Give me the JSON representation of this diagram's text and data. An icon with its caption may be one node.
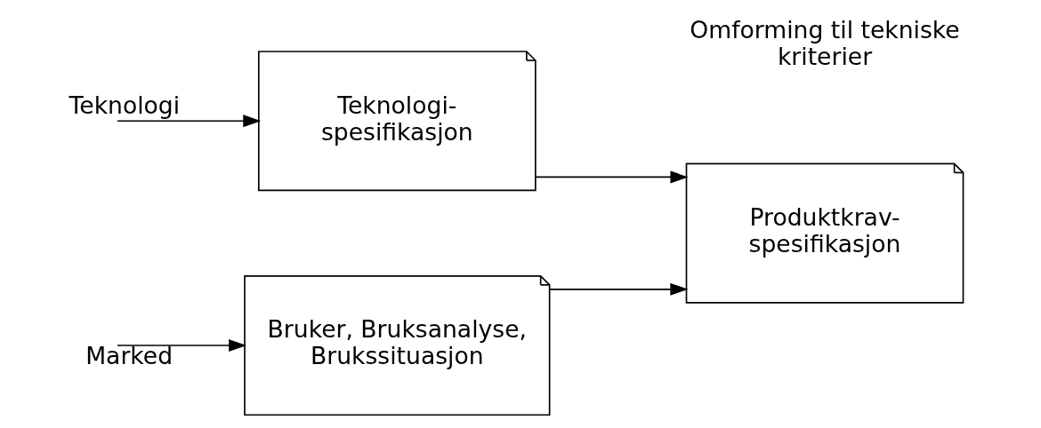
{
  "diagram": {
    "nodes": [
      {
        "text": [
          "Bruker, Bruksanalyse, Brukssituasjon"
        ]
      },
      {
        "text": [
          "Teknologi- spesifikasjon"
        ]
      },
      {
        "text": [
          "Produktkrav- spesifikasjon"
        ]
      }
    ],
    "edges": [
      {
        "from": null,
        "to": 0,
        "arrow": "to",
        "label": "Marked"
      },
      {
        "from": null,
        "to": 1,
        "arrow": "to",
        "label": "Teknologi"
      },
      {
        "from": 0,
        "to": 2,
        "arrow": "to"
      },
      {
        "from": 1,
        "to": 2,
        "arrow": "to"
      }
    ],
    "labels": [
      "Omforming til tekniske kriterier"
    ]
  }
}
